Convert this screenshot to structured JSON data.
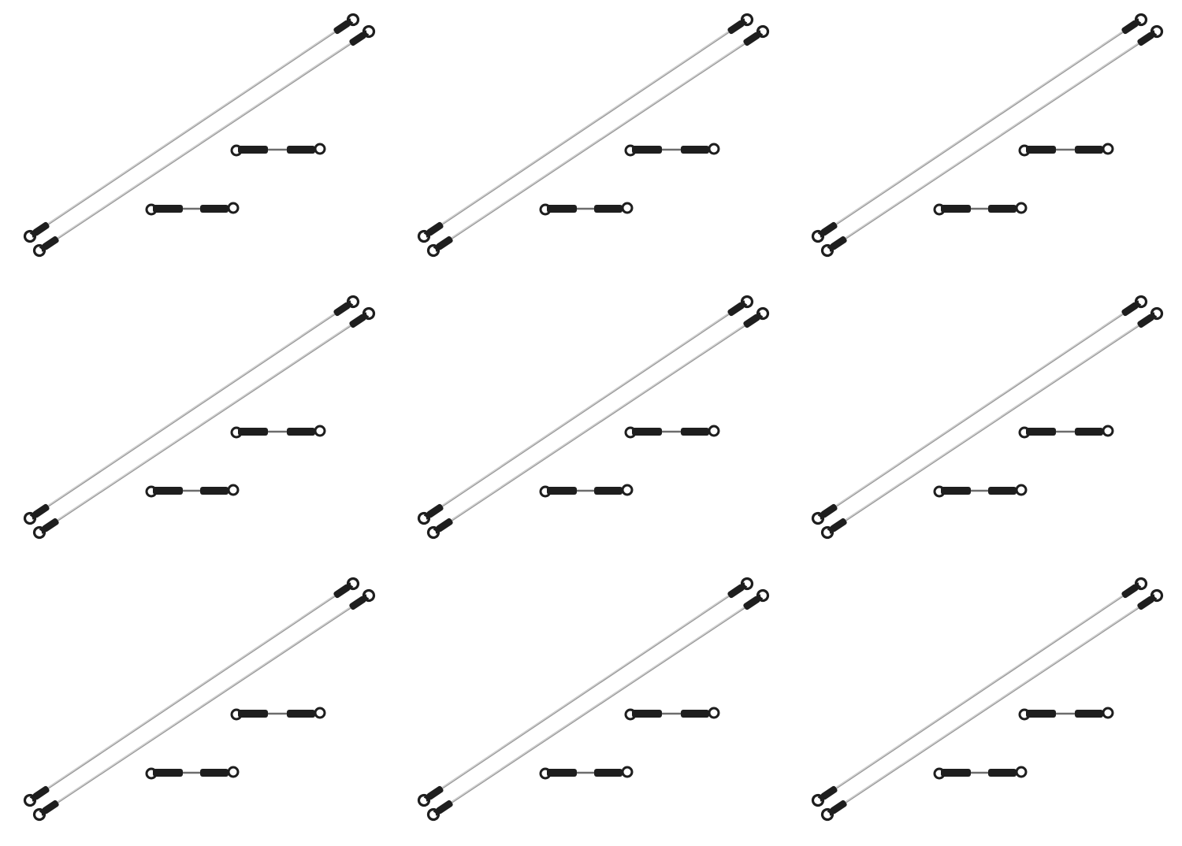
{
  "product": {
    "name": "Linkage rod set",
    "tile_count": 9,
    "parts": [
      {
        "part": "long-tie-rod",
        "quantity": 2
      },
      {
        "part": "short-link-rod",
        "quantity": 2
      }
    ]
  },
  "colors": {
    "background": "#ffffff",
    "rod_metal": "#9a9a9a",
    "rod_highlight": "#e2e2e2",
    "ball_link_plastic": "#1e1e1e"
  }
}
